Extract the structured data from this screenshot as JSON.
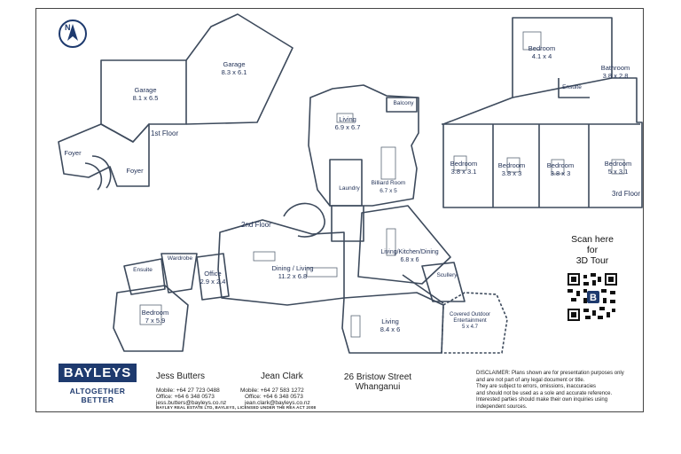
{
  "rooms": {
    "garage_left": {
      "name": "Garage",
      "size": "8.1 x 6.5"
    },
    "garage_right": {
      "name": "Garage",
      "size": "8.3 x 6.1"
    },
    "foyer_a": "Foyer",
    "foyer_b": "Foyer",
    "living_top": {
      "name": "Living",
      "size": "6.9 x 6.7"
    },
    "balcony": "Balcony",
    "billiard": {
      "name": "Billiard Room",
      "size": "6.7 x 5"
    },
    "laundry": "Laundry",
    "bed_top": {
      "name": "Bedroom",
      "size": "4.1 x 4"
    },
    "bathroom": {
      "name": "Bathroom",
      "size": "3.8 x 2.8"
    },
    "ensuite_top": "Ensuite",
    "bed_a": {
      "name": "Bedroom",
      "size": "3.8 x 3.1"
    },
    "bed_b": {
      "name": "Bedroom",
      "size": "3.8 x 3"
    },
    "bed_c": {
      "name": "Bedroom",
      "size": "3.8 x 3"
    },
    "bed_d": {
      "name": "Bedroom",
      "size": "5 x 3.1"
    },
    "ensuite_left": "Ensuite",
    "wardrobe": "Wardrobe",
    "office": {
      "name": "Office",
      "size": "2.9 x 2.4"
    },
    "dining": {
      "name": "Dining / Living",
      "size": "11.2 x 6.8"
    },
    "bed_left": {
      "name": "Bedroom",
      "size": "7 x 5.9"
    },
    "kitchen": {
      "name": "Living/Kitchen/Dining",
      "size": "6.8 x 6"
    },
    "scullery": "Scullery",
    "living_bottom": {
      "name": "Living",
      "size": "8.4 x 6"
    },
    "outdoor": {
      "name": "Covered Outdoor Entertainment",
      "size": "5 x 4.7"
    }
  },
  "floors": {
    "first": "1st Floor",
    "second": "2nd Floor",
    "third": "3rd Floor"
  },
  "scan": {
    "line1": "Scan here",
    "line2": "for",
    "line3": "3D Tour"
  },
  "brand": {
    "logo": "BAYLEYS",
    "tagline1": "ALTOGETHER",
    "tagline2": "BETTER",
    "color": "#1e3a6e"
  },
  "agents": [
    {
      "name": "Jess Butters",
      "mobile": "Mobile: +64 27 723 0488",
      "office": "Office: +64 6 348 0573",
      "email": "jess.butters@bayleys.co.nz"
    },
    {
      "name": "Jean Clark",
      "mobile": "Mobile: +64 27 583 1272",
      "office": "Office: +64 6 348 0573",
      "email": "jean.clark@bayleys.co.nz"
    }
  ],
  "license": "BAYLEY REAL ESTATE LTD, BAYLEYS, LICENSED UNDER THE REA ACT 2008",
  "address": {
    "line1": "26 Bristow Street",
    "line2": "Whanganui"
  },
  "disclaimer": [
    "DISCLAIMER:  Plans shown are for presentation purposes only",
    "and are not part of any legal document or title.",
    "They are subject to errors, omissions, inaccuracies",
    "and should not be used as a sole and accurate reference.",
    "Interested parties should make their own inquiries using",
    "independent sources."
  ],
  "compass_icon": "north-arrow-icon",
  "qr_icon": "qr-code-icon"
}
